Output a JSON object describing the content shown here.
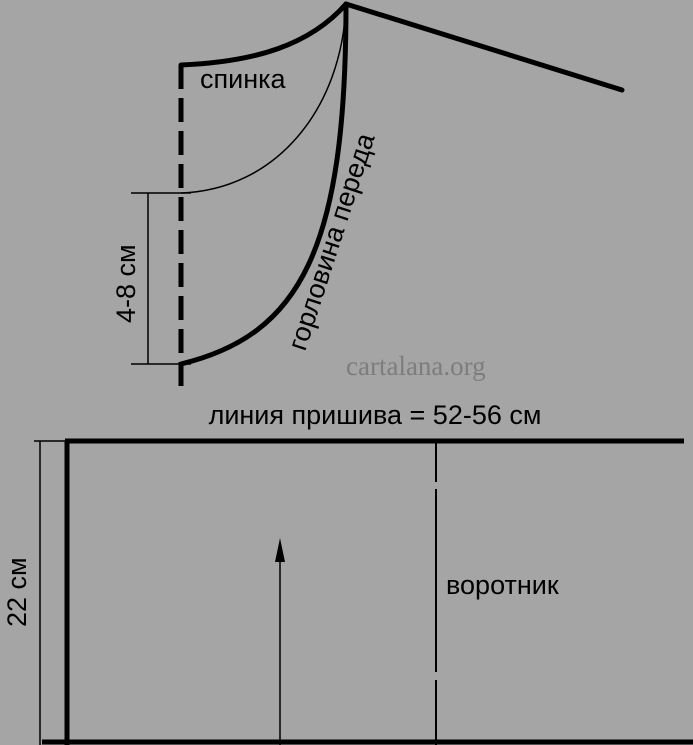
{
  "diagram": {
    "labels": {
      "back": "спинка",
      "front_neckline": "горловина переда",
      "depth": "4-8 см",
      "attach_line": "линия пришива = 52-56 см",
      "height": "22 см",
      "collar": "воротник"
    },
    "watermark": "cartalana.org"
  }
}
